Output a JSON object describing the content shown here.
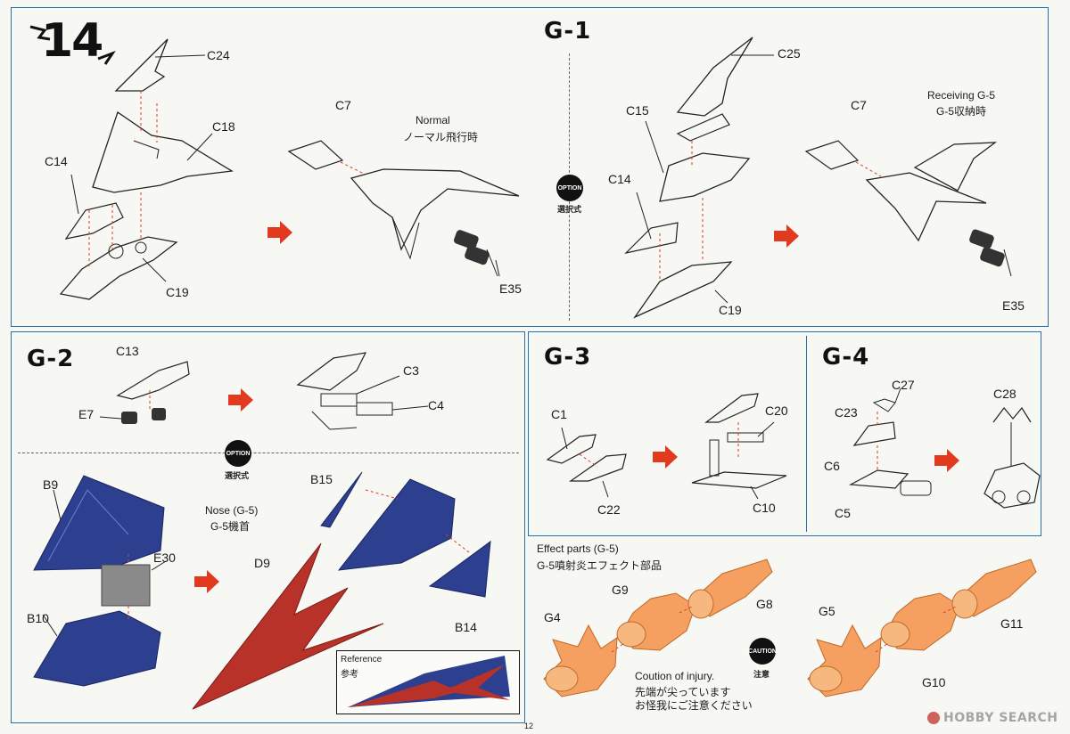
{
  "page_number": "12",
  "watermark": "HOBBY SEARCH",
  "colors": {
    "frame": "#2a6ea8",
    "arrow": "#e23a1f",
    "navy": "#2d3f8f",
    "red": "#b8322a",
    "orange": "#f5a060",
    "dark": "#111111"
  },
  "step14": {
    "title": "14",
    "labels": {
      "c24": "C24",
      "c18": "C18",
      "c14": "C14",
      "c19": "C19",
      "c7": "C7",
      "e35": "E35"
    },
    "mode": {
      "en": "Normal",
      "jp": "ノーマル飛行時"
    }
  },
  "g1": {
    "title": "G-1",
    "labels": {
      "c25": "C25",
      "c15": "C15",
      "c14": "C14",
      "c19": "C19",
      "c7": "C7",
      "e35": "E35"
    },
    "mode": {
      "en": "Receiving G-5",
      "jp": "G-5収納時"
    },
    "option": {
      "badge": "OPTION",
      "jp": "選択式"
    }
  },
  "g2": {
    "title": "G-2",
    "labels": {
      "c13": "C13",
      "e7": "E7",
      "c3": "C3",
      "c4": "C4"
    },
    "option": {
      "badge": "OPTION",
      "jp": "選択式"
    },
    "nose": {
      "labels": {
        "b9": "B9",
        "e30": "E30",
        "b10": "B10",
        "d9": "D9",
        "b15": "B15",
        "b14": "B14"
      },
      "title_en": "Nose (G-5)",
      "title_jp": "G-5機首",
      "reference_en": "Reference",
      "reference_jp": "参考"
    }
  },
  "g3": {
    "title": "G-3",
    "labels": {
      "c1": "C1",
      "c22": "C22",
      "c20": "C20",
      "c10": "C10"
    }
  },
  "g4": {
    "title": "G-4",
    "labels": {
      "c27": "C27",
      "c23": "C23",
      "c6": "C6",
      "c5": "C5",
      "c28": "C28"
    }
  },
  "effect": {
    "title_en": "Effect parts (G-5)",
    "title_jp": "G-5噴射炎エフェクト部品",
    "labels": {
      "g9": "G9",
      "g8": "G8",
      "g4": "G4",
      "g5": "G5",
      "g11": "G11",
      "g10": "G10"
    },
    "caution": {
      "badge": "CAUTION",
      "jp": "注意",
      "en": "Coution of injury.",
      "jp1": "先端が尖っています",
      "jp2": "お怪我にご注意ください"
    }
  }
}
